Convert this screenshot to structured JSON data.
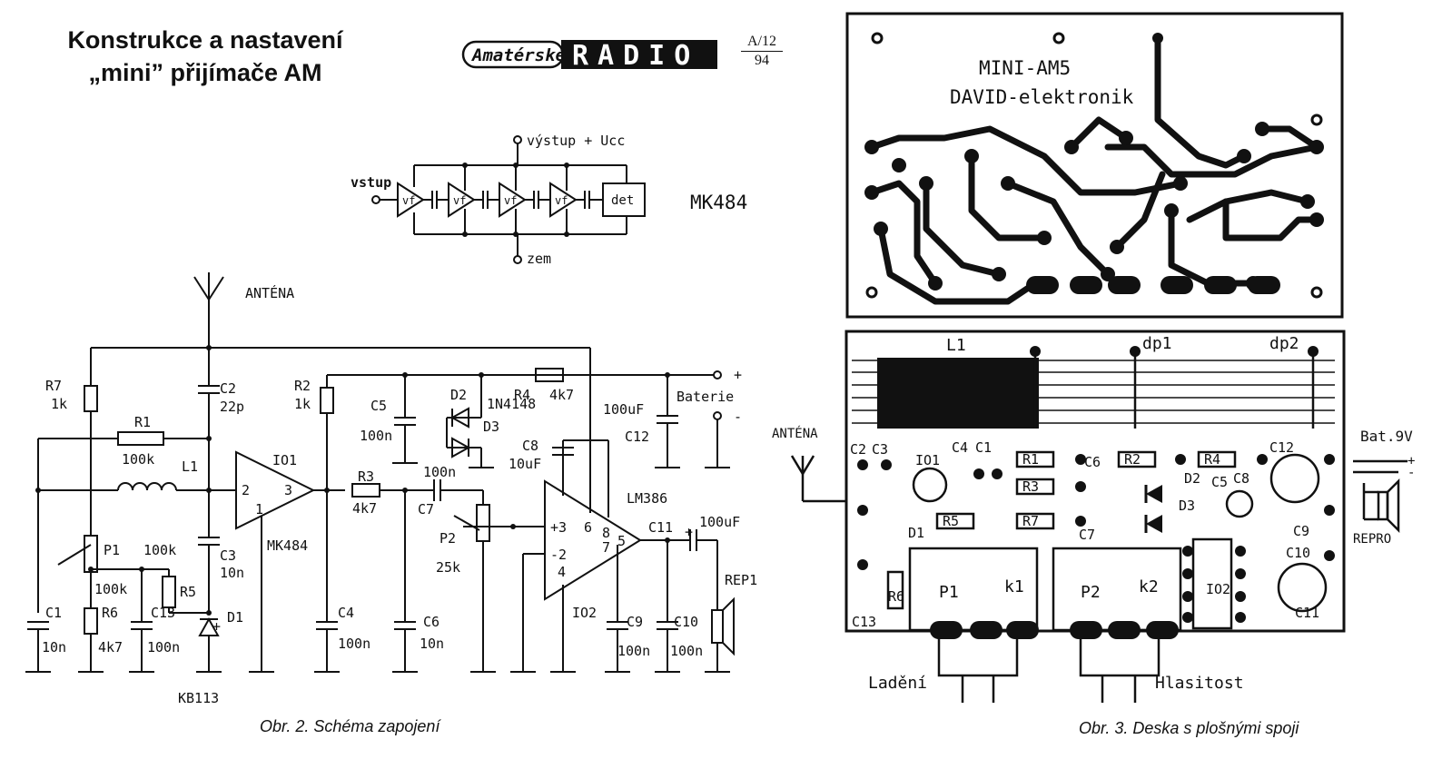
{
  "header": {
    "title_line1": "Konstrukce a nastavení",
    "title_line2": "„mini” přijímače AM",
    "logo_script": "Amatérské",
    "logo_block": "RADIO",
    "issue_top": "A/12",
    "issue_bottom": "94"
  },
  "block_diagram": {
    "input": "vstup",
    "output": "výstup + Ucc",
    "ground": "zem",
    "stage": "vf",
    "detector": "det",
    "ic": "MK484"
  },
  "schematic": {
    "antenna": "ANTÉNA",
    "battery": "Baterie",
    "plus": "+",
    "minus": "-",
    "components": {
      "R7": "R7",
      "R7v": "1k",
      "C2": "C2",
      "C2v": "22p",
      "R2": "R2",
      "R2v": "1k",
      "C5": "C5",
      "C5v": "100n",
      "D2": "D2",
      "D3": "D3",
      "Dtype": "1N4148",
      "R4": "R4",
      "R4v": "4k7",
      "C12": "C12",
      "C12v": "100uF",
      "R1": "R1",
      "R1v": "100k",
      "L1": "L1",
      "IO1": "IO1",
      "IO1v": "MK484",
      "R3": "R3",
      "R3v": "4k7",
      "C8": "C8",
      "C8v": "10uF",
      "C7": "C7",
      "C7v": "100n",
      "P1": "P1",
      "P1v": "100k",
      "R5": "R5",
      "R5v": "100k",
      "C3": "C3",
      "C3v": "10n",
      "D1": "D1",
      "D1v": "KB113",
      "P2": "P2",
      "P2v": "25k",
      "IO2": "IO2",
      "IO2v": "LM386",
      "C11": "C11",
      "C11v": "100uF",
      "REP1": "REP1",
      "C1": "C1",
      "C1v": "10n",
      "R6": "R6",
      "R6v": "4k7",
      "C13": "C13",
      "C13v": "100n",
      "C4": "C4",
      "C4v": "100n",
      "C6": "C6",
      "C6v": "10n",
      "C9": "C9",
      "C9v": "100n",
      "C10": "C10",
      "C10v": "100n"
    },
    "pins": {
      "p1": "1",
      "p2": "2",
      "p3": "3",
      "p4": "4",
      "p5": "5",
      "p6": "6",
      "p7": "7",
      "p8": "8",
      "pp": "+3",
      "pm": "-2"
    }
  },
  "pcb": {
    "name_line1": "MINI-AM5",
    "name_line2": "DAVID-elektronik",
    "L1": "L1",
    "dp1": "dp1",
    "dp2": "dp2",
    "antenna": "ANTÉNA",
    "battery": "Bat.9V",
    "speaker": "REPRO",
    "C2": "C2",
    "C3": "C3",
    "IO1": "IO1",
    "C4": "C4",
    "C1": "C1",
    "R1": "R1",
    "R3": "R3",
    "R5": "R5",
    "R7": "R7",
    "D1": "D1",
    "C6": "C6",
    "R2": "R2",
    "D2": "D2",
    "D3": "D3",
    "R4": "R4",
    "C5": "C5",
    "C8": "C8",
    "C12": "C12",
    "C9": "C9",
    "C10": "C10",
    "C7": "C7",
    "IO2": "IO2",
    "R6": "R6",
    "C13": "C13",
    "C11": "C11",
    "P1": "P1",
    "P2": "P2",
    "k1": "k1",
    "k2": "k2",
    "tuning": "Ladění",
    "volume": "Hlasitost"
  },
  "captions": {
    "fig2": "Obr. 2. Schéma zapojení",
    "fig3": "Obr. 3. Deska s plošnými spoji"
  }
}
